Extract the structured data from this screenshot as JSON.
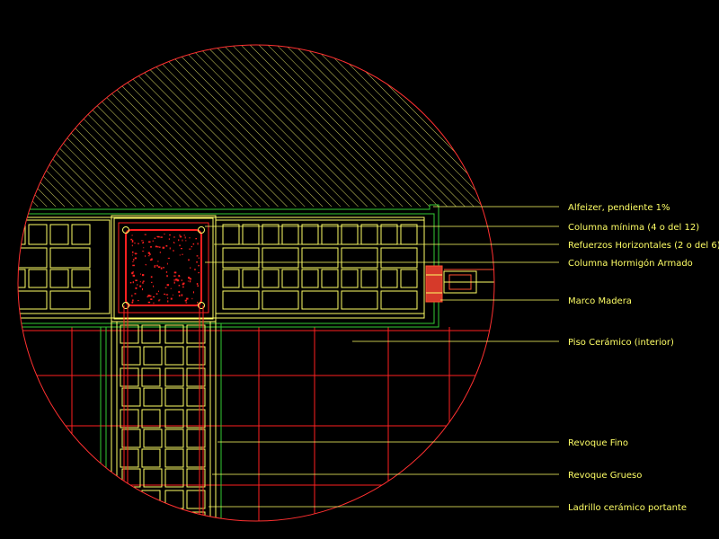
{
  "labels": [
    {
      "id": "alfeizer",
      "text": "Alfeizer, pendiente 1%"
    },
    {
      "id": "columna-minima",
      "text": "Columna mínima (4 o del 12)"
    },
    {
      "id": "refuerzos",
      "text": "Refuerzos Horizontales (2 o del 6)"
    },
    {
      "id": "columna-hormigon",
      "text": "Columna Hormigón Armado"
    },
    {
      "id": "marco-madera",
      "text": "Marco Madera"
    },
    {
      "id": "piso-ceramico",
      "text": "Piso Cerámico (interior)"
    },
    {
      "id": "revoque-fino",
      "text": "Revoque Fino"
    },
    {
      "id": "revoque-grueso",
      "text": "Revoque Grueso"
    },
    {
      "id": "ladrillo",
      "text": "Ladrillo cerámico portante"
    }
  ],
  "colors": {
    "background": "#000000",
    "boundary": "#ff3030",
    "brick": "#ffff66",
    "grid": "#ff2020",
    "frame": "#33cc33",
    "hatch": "#e8e86a",
    "concrete": "#ff2020",
    "leader": "#ffff66"
  }
}
